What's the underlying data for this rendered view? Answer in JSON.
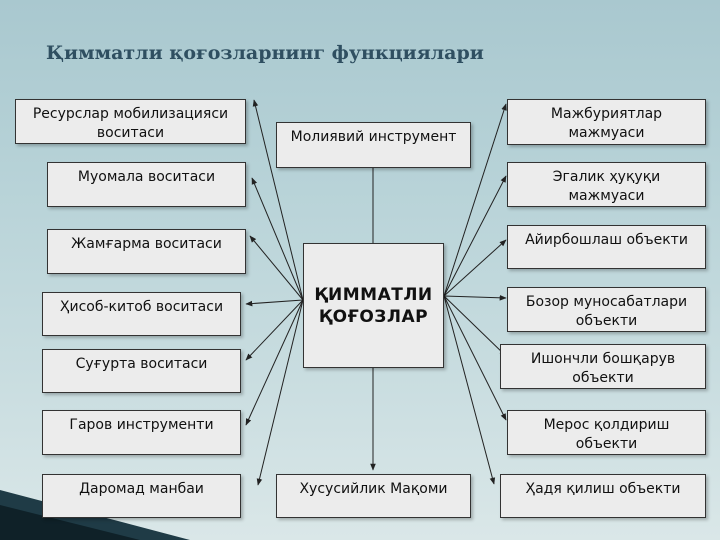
{
  "title": "Қимматли қоғозларнинг функциялари",
  "center": "ҚИММАТЛИ ҚОҒОЗЛАР",
  "top_center": "Молиявий инструмент",
  "bottom_center": "Хусусийлик Мақоми",
  "left_items": [
    "Ресурслар мобилизацияси воситаси",
    "Муомала воситаси",
    "Жамғарма воситаси",
    "Ҳисоб-китоб воситаси",
    "Суғурта воситаси",
    "Гаров инструменти",
    "Даромад манбаи"
  ],
  "right_items": [
    "Мажбуриятлар мажмуаси",
    "Эгалик ҳуқуқи мажмуаси",
    "Айирбошлаш объекти",
    "Бозор муносабатлари объекти",
    "Ишончли бошқарув объекти",
    "Мерос қолдириш объекти",
    "Ҳадя қилиш объекти"
  ],
  "colors": {
    "title": "#2f4f61",
    "box_fill": "#ececec",
    "line": "#222222"
  }
}
